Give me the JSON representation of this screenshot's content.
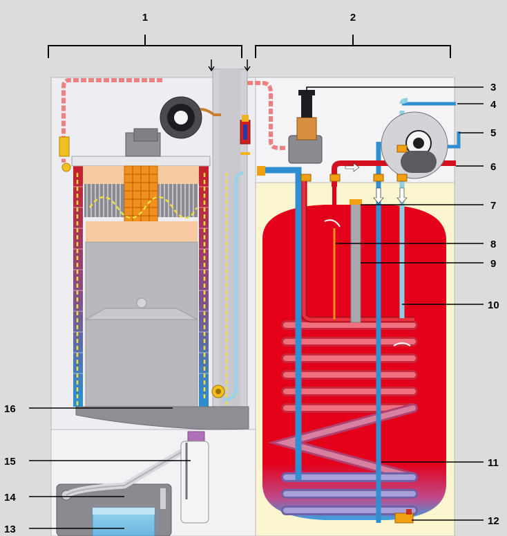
{
  "diagram": {
    "group_labels": [
      {
        "id": "group-1",
        "text": "1"
      },
      {
        "id": "group-2",
        "text": "2"
      }
    ],
    "callouts": [
      {
        "id": "c3",
        "text": "3"
      },
      {
        "id": "c4",
        "text": "4"
      },
      {
        "id": "c5",
        "text": "5"
      },
      {
        "id": "c6",
        "text": "6"
      },
      {
        "id": "c7",
        "text": "7"
      },
      {
        "id": "c8",
        "text": "8"
      },
      {
        "id": "c9",
        "text": "9"
      },
      {
        "id": "c10",
        "text": "10"
      },
      {
        "id": "c11",
        "text": "11"
      },
      {
        "id": "c12",
        "text": "12"
      },
      {
        "id": "c13",
        "text": "13"
      },
      {
        "id": "c14",
        "text": "14"
      },
      {
        "id": "c15",
        "text": "15"
      },
      {
        "id": "c16",
        "text": "16"
      }
    ],
    "colors": {
      "background": "#dcdcdc",
      "boiler_cabinet": "#eeeef2",
      "tank_cabinet": "#fbf6d0",
      "tank": "#e4001b",
      "cold_pipe": "#2f8fd0",
      "light_pipe": "#8fd0e0",
      "copper": "#f0a010"
    }
  }
}
